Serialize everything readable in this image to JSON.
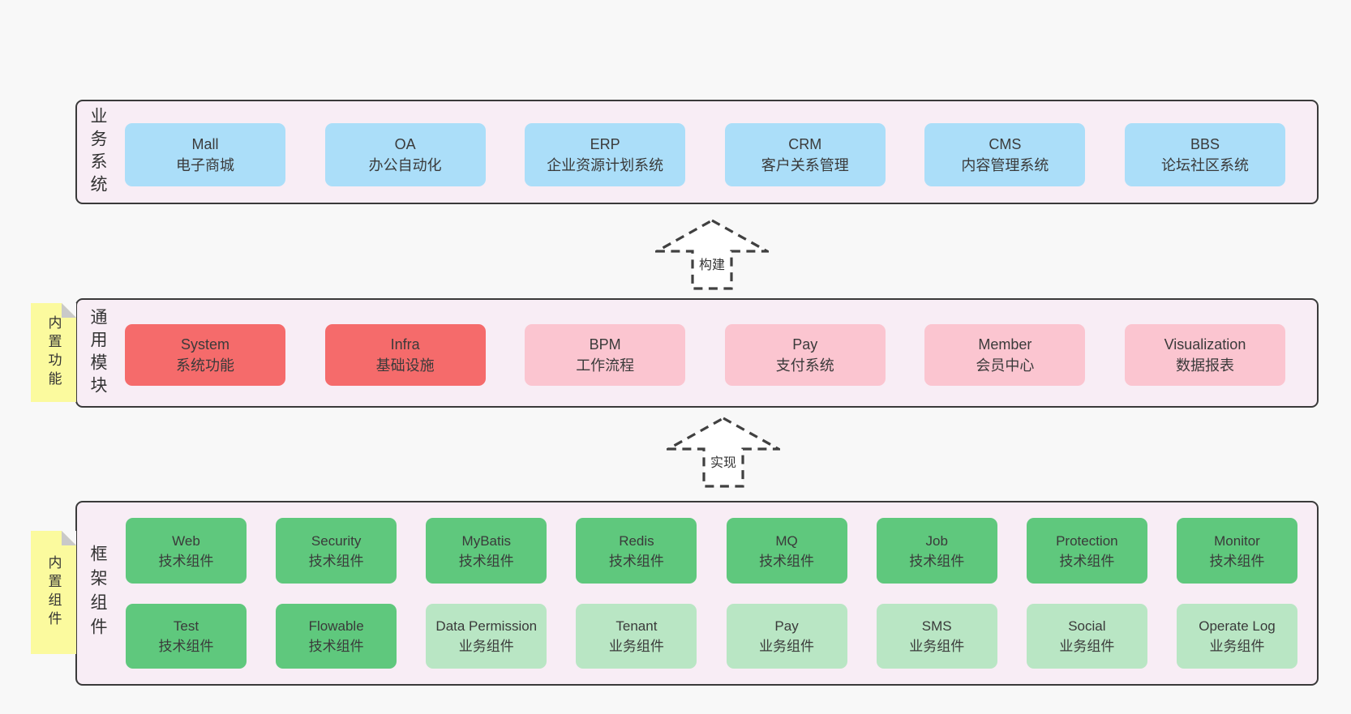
{
  "colors": {
    "page_bg": "#f8f8f8",
    "container_fill": "#f8edf5",
    "container_border": "#3a3a3a",
    "business_box": "#abdef9",
    "core_module_box": "#f56b6b",
    "optional_module_box": "#fbc5d0",
    "tech_component_box": "#5fc87d",
    "biz_component_box": "#b9e6c4",
    "sticky_note": "#fbfa9e",
    "text": "#3a3a3a"
  },
  "business_layer": {
    "label": "业务系统",
    "boxes": [
      {
        "title": "Mall",
        "subtitle": "电子商城"
      },
      {
        "title": "OA",
        "subtitle": "办公自动化"
      },
      {
        "title": "ERP",
        "subtitle": "企业资源计划系统"
      },
      {
        "title": "CRM",
        "subtitle": "客户关系管理"
      },
      {
        "title": "CMS",
        "subtitle": "内容管理系统"
      },
      {
        "title": "BBS",
        "subtitle": "论坛社区系统"
      }
    ]
  },
  "build_arrow": {
    "label": "构建"
  },
  "module_layer": {
    "label": "通用模块",
    "note": "内置功能",
    "boxes": [
      {
        "title": "System",
        "subtitle": "系统功能"
      },
      {
        "title": "Infra",
        "subtitle": "基础设施"
      },
      {
        "title": "BPM",
        "subtitle": "工作流程"
      },
      {
        "title": "Pay",
        "subtitle": "支付系统"
      },
      {
        "title": "Member",
        "subtitle": "会员中心"
      },
      {
        "title": "Visualization",
        "subtitle": "数据报表"
      }
    ]
  },
  "implement_arrow": {
    "label": "实现"
  },
  "component_layer": {
    "label": "框架组件",
    "note": "内置组件",
    "row1": [
      {
        "title": "Web",
        "subtitle": "技术组件"
      },
      {
        "title": "Security",
        "subtitle": "技术组件"
      },
      {
        "title": "MyBatis",
        "subtitle": "技术组件"
      },
      {
        "title": "Redis",
        "subtitle": "技术组件"
      },
      {
        "title": "MQ",
        "subtitle": "技术组件"
      },
      {
        "title": "Job",
        "subtitle": "技术组件"
      },
      {
        "title": "Protection",
        "subtitle": "技术组件"
      },
      {
        "title": "Monitor",
        "subtitle": "技术组件"
      }
    ],
    "row2": [
      {
        "title": "Test",
        "subtitle": "技术组件"
      },
      {
        "title": "Flowable",
        "subtitle": "技术组件"
      },
      {
        "title": "Data Permission",
        "subtitle": "业务组件"
      },
      {
        "title": "Tenant",
        "subtitle": "业务组件"
      },
      {
        "title": "Pay",
        "subtitle": "业务组件"
      },
      {
        "title": "SMS",
        "subtitle": "业务组件"
      },
      {
        "title": "Social",
        "subtitle": "业务组件"
      },
      {
        "title": "Operate Log",
        "subtitle": "业务组件"
      }
    ]
  }
}
